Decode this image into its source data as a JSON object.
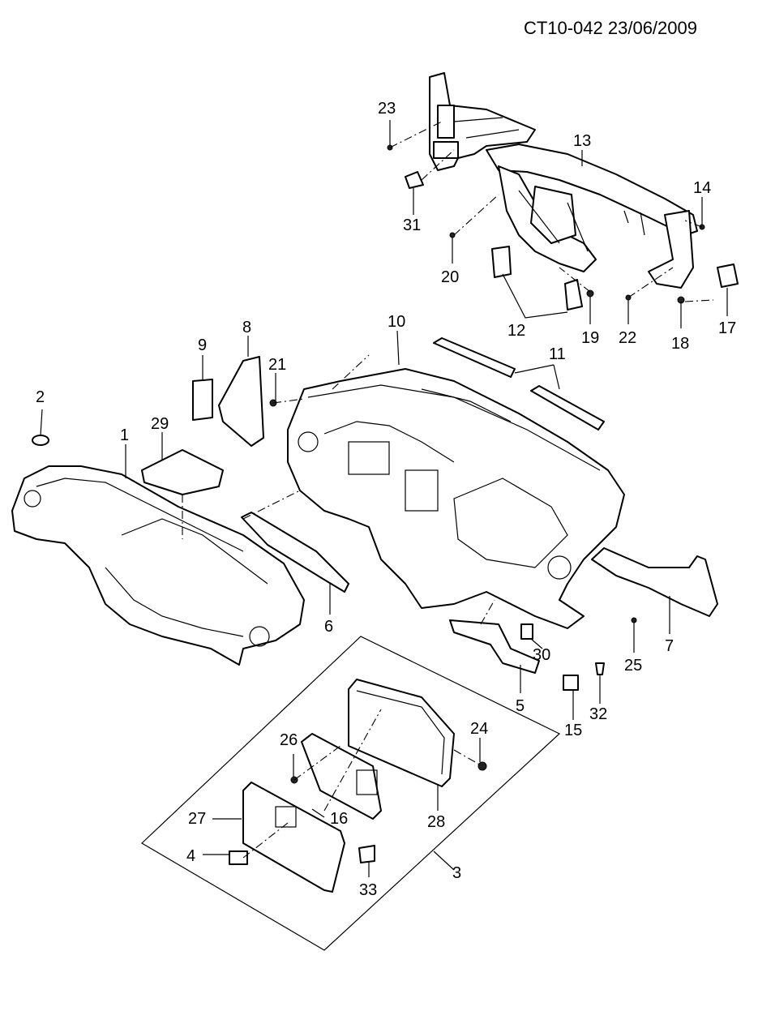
{
  "header": {
    "doc_code": "CT10-042 23/06/2009"
  },
  "callouts": [
    "1",
    "2",
    "3",
    "4",
    "5",
    "6",
    "7",
    "8",
    "9",
    "10",
    "11",
    "12",
    "13",
    "14",
    "15",
    "16",
    "17",
    "18",
    "19",
    "20",
    "21",
    "22",
    "23",
    "24",
    "25",
    "26",
    "27",
    "28",
    "29",
    "30",
    "31",
    "32",
    "33"
  ]
}
